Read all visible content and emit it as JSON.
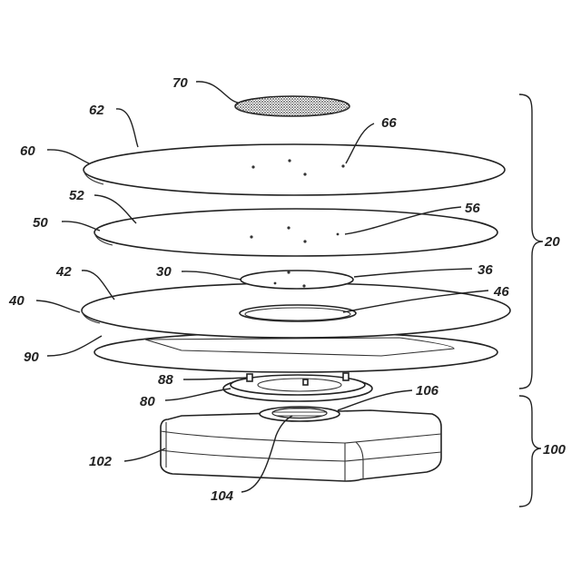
{
  "labels": {
    "l70": "70",
    "l62": "62",
    "l66": "66",
    "l60": "60",
    "l52": "52",
    "l56": "56",
    "l50": "50",
    "l42": "42",
    "l30": "30",
    "l36": "36",
    "l46": "46",
    "l40": "40",
    "l90": "90",
    "l88": "88",
    "l80": "80",
    "l106": "106",
    "l102": "102",
    "l104": "104",
    "l20": "20",
    "l100": "100"
  },
  "colors": {
    "line": "#222222",
    "background": "#ffffff",
    "pad_texture": "#555555"
  }
}
